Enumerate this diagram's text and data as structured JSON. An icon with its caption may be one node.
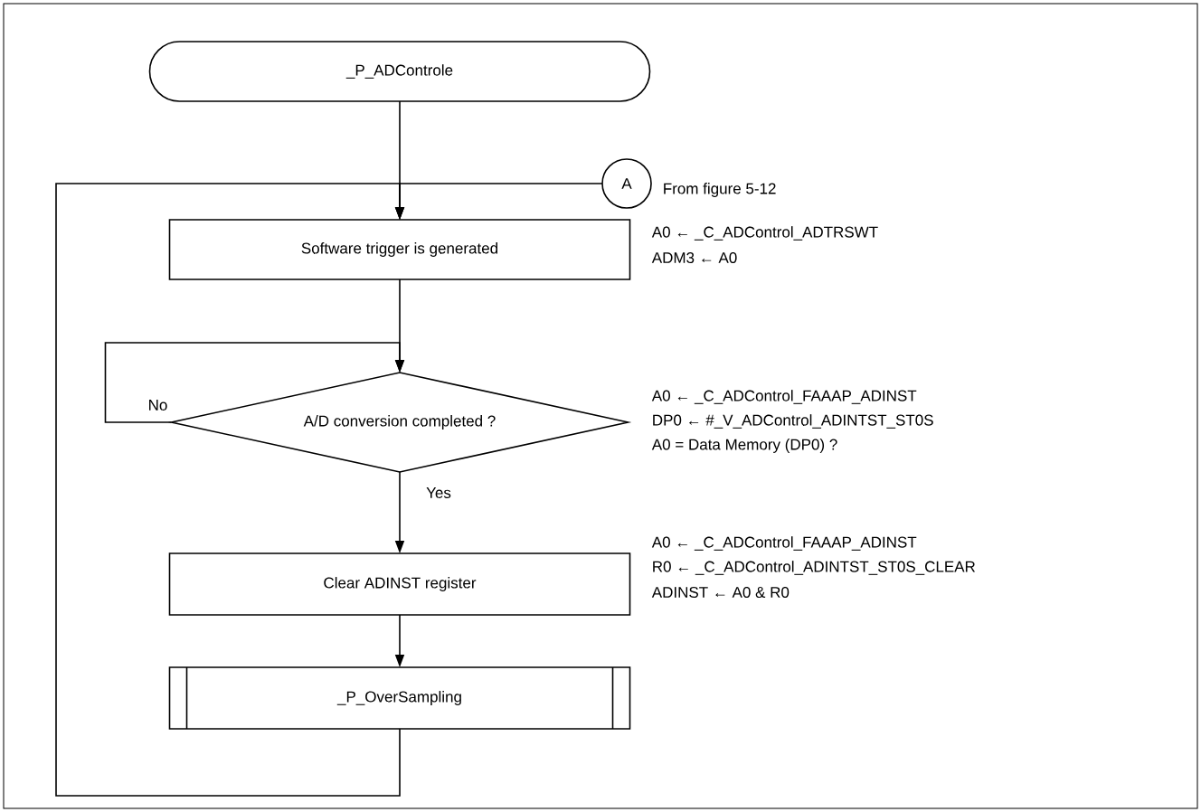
{
  "diagram": {
    "nodes": [
      {
        "text": [
          "_P_ADControle"
        ]
      },
      {
        "text": [
          "A"
        ],
        "beside": [
          "From figure 5-12"
        ]
      },
      {
        "text": [
          "Software trigger is generated"
        ],
        "beside": [
          "A0 ← _C_ADControl_ADTRSWT",
          "ADM3 ← A0"
        ]
      },
      {
        "text": [
          "A/D conversion completed ?"
        ],
        "beside": [
          "A0 ← _C_ADControl_FAAAP_ADINST",
          "DP0 ← #_V_ADControl_ADINTST_ST0S",
          "A0 = Data Memory (DP0) ?"
        ]
      },
      {
        "text": [
          "Clear ADINST register"
        ],
        "beside": [
          "A0 ← _C_ADControl_FAAAP_ADINST",
          "R0 ← _C_ADControl_ADINTST_ST0S_CLEAR",
          "ADINST ← A0 & R0"
        ]
      },
      {
        "text": [
          "_P_OverSampling"
        ]
      }
    ],
    "edges": [
      {
        "from": 0,
        "to": 2,
        "arrow": "to"
      },
      {
        "from": 1,
        "to": 2,
        "arrow": "to"
      },
      {
        "from": 5,
        "to": 2,
        "arrow": "to"
      },
      {
        "from": 2,
        "to": 3,
        "arrow": "to"
      },
      {
        "from": 3,
        "to": 3,
        "arrow": "to",
        "label": "No"
      },
      {
        "from": 3,
        "to": 4,
        "arrow": "to",
        "label": "Yes"
      },
      {
        "from": 4,
        "to": 5,
        "arrow": "to"
      }
    ]
  }
}
